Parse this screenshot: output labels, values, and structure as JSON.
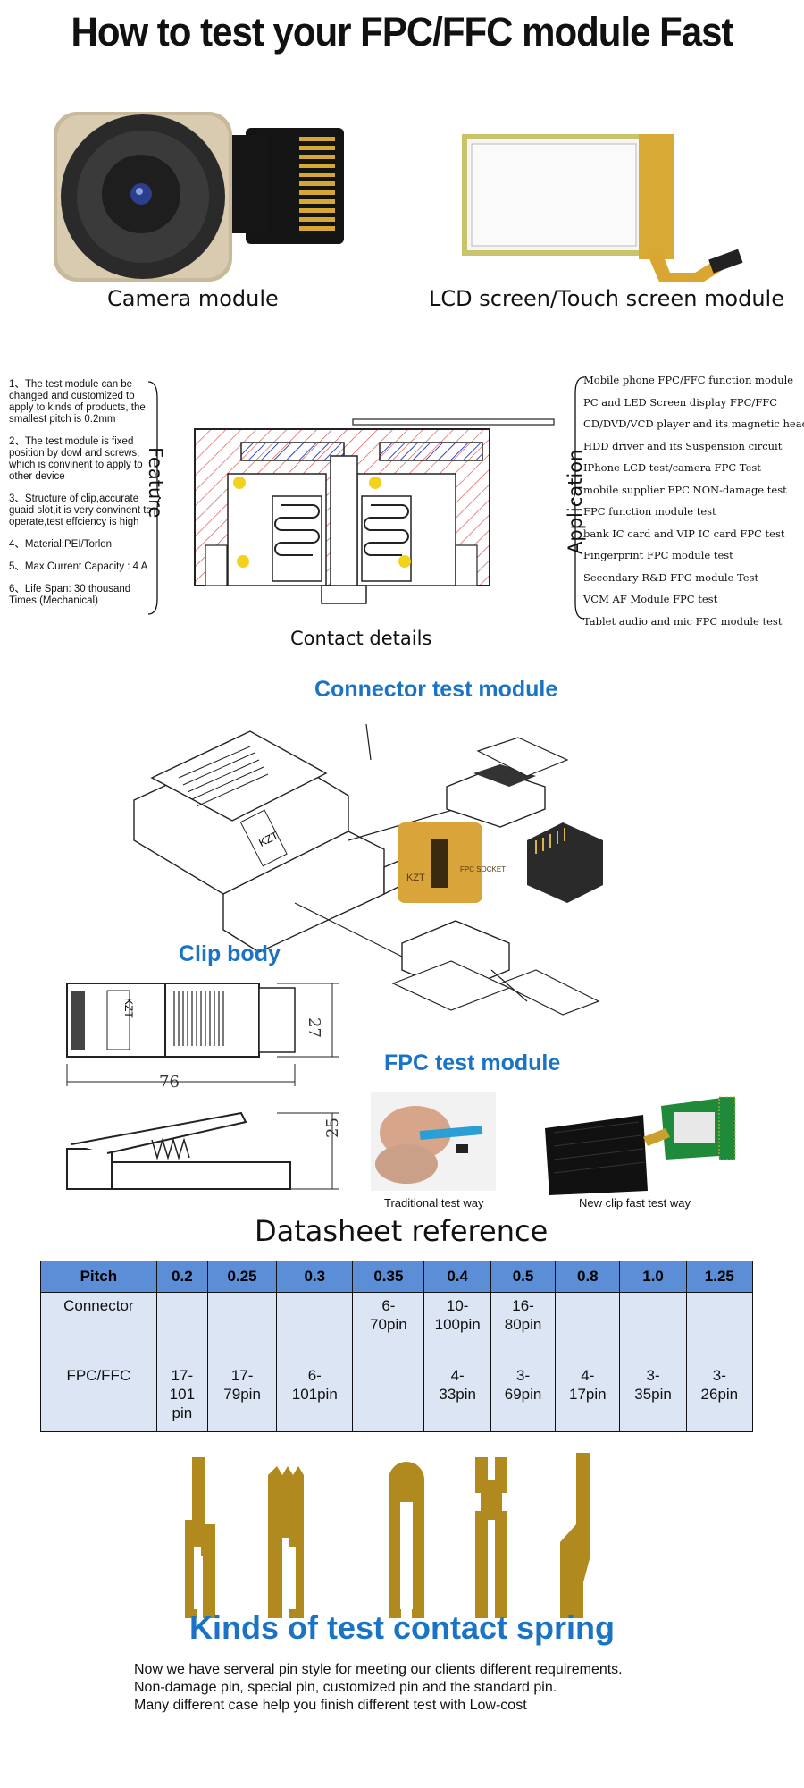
{
  "title": "How to test your FPC/FFC module Fast",
  "modules": {
    "camera_caption": "Camera module",
    "lcd_caption": "LCD screen/Touch screen module"
  },
  "features": {
    "side_label": "Feature",
    "items": [
      "1、The test module can be changed and customized to apply to kinds of products, the smallest pitch is 0.2mm",
      "2、The test module is fixed position by dowl and screws, which is convinent to apply to other device",
      "3、Structure of clip,accurate guaid slot,it is very convinent to operate,test effciency is high",
      "4、Material:PEI/Torlon",
      "5、Max Current Capacity : 4 A",
      "6、Life Span: 30 thousand Times (Mechanical)"
    ]
  },
  "applications": {
    "side_label": "Application",
    "items": [
      "Mobile phone FPC/FFC function module",
      "PC and LED Screen display FPC/FFC",
      "CD/DVD/VCD player and its magnetic head",
      "HDD driver and its Suspension circuit",
      "IPhone LCD test/camera FPC Test",
      "mobile supplier FPC NON-damage test",
      "FPC function module test",
      "bank IC card and VIP IC card FPC test",
      "Fingerprint FPC module test",
      "Secondary R&D FPC module Test",
      "VCM AF Module FPC test",
      "Tablet audio and mic FPC module test"
    ]
  },
  "contact_caption": "Contact details",
  "connector_title": "Connector test module",
  "clip_title": "Clip body",
  "fpc_title": "FPC test module",
  "dimensions": {
    "width": "76",
    "height_top": "27",
    "height_bottom": "25"
  },
  "block_text": {
    "kzt": "KZT",
    "fpc_socket": "FPC SOCKET"
  },
  "test_ways": {
    "traditional": "Traditional test way",
    "new": "New clip fast test way"
  },
  "datasheet": {
    "title": "Datasheet reference",
    "headers": [
      "Pitch",
      "0.2",
      "0.25",
      "0.3",
      "0.35",
      "0.4",
      "0.5",
      "0.8",
      "1.0",
      "1.25"
    ],
    "rows": [
      {
        "label": "Connector",
        "cells": [
          "",
          "",
          "",
          "6-\n70pin",
          "10-\n100pin",
          "16-\n80pin",
          "",
          "",
          ""
        ]
      },
      {
        "label": "FPC/FFC",
        "cells": [
          "17-\n101\npin",
          "17-\n79pin",
          "6-\n101pin",
          "",
          "4-\n33pin",
          "3-\n69pin",
          "4-\n17pin",
          "3-\n35pin",
          "3-\n26pin"
        ]
      }
    ]
  },
  "spring_title": "Kinds of test contact spring",
  "footer": [
    "Now we have serveral pin style for meeting our clients different requirements.",
    "Non-damage pin, special pin, customized pin and the standard pin.",
    "Many different case help you finish different test with Low-cost"
  ],
  "colors": {
    "blue_title": "#1a73c4",
    "table_header": "#5b8ed6",
    "table_cell": "#dbe5f3",
    "spring": "#b08a1e"
  }
}
